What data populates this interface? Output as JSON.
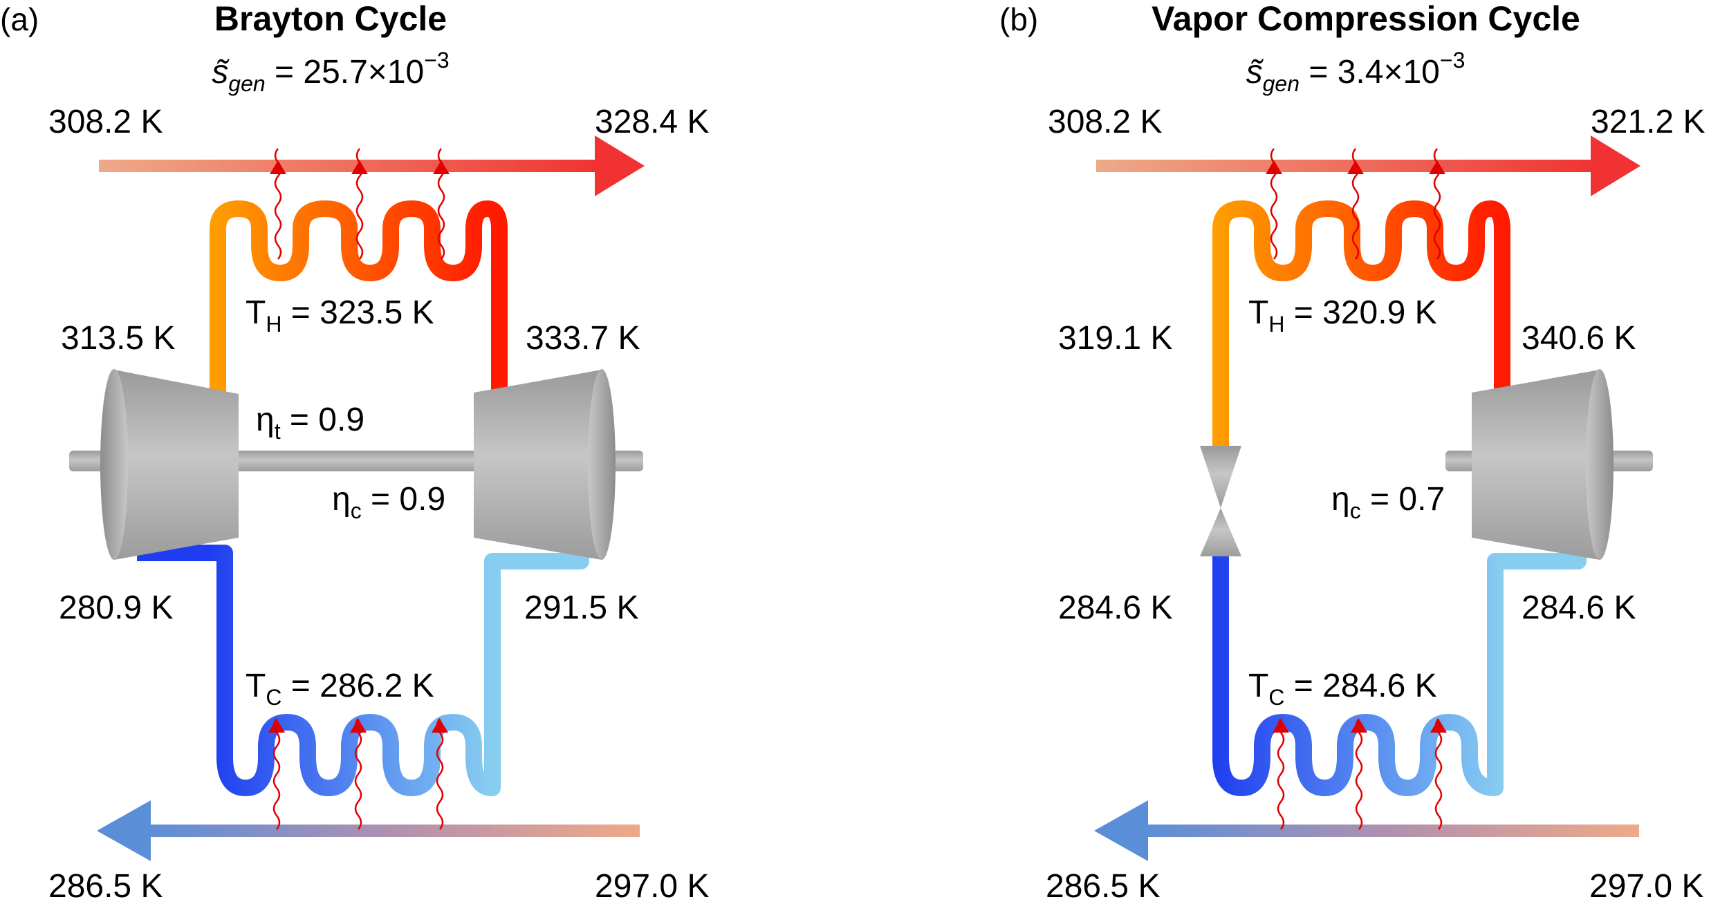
{
  "panels": [
    {
      "panel_label": "(a)",
      "title": "Brayton Cycle",
      "sgen_symbol": "s̃",
      "sgen_sub": "gen",
      "sgen_value": " = 25.7×10",
      "sgen_exp": "−3",
      "hot_in": "308.2 K",
      "hot_out": "328.4 K",
      "TH_label": "T",
      "TH_sub": "H",
      "TH_value": " = 323.5 K",
      "upper_left": "313.5 K",
      "upper_right": "333.7 K",
      "eta1_symbol": "η",
      "eta1_sub": "t",
      "eta1_value": " = 0.9",
      "eta2_symbol": "η",
      "eta2_sub": "c",
      "eta2_value": " = 0.9",
      "lower_left": "280.9 K",
      "lower_right": "291.5 K",
      "TC_label": "T",
      "TC_sub": "C",
      "TC_value": " = 286.2 K",
      "cold_out": "286.5 K",
      "cold_in": "297.0 K",
      "left_component": "turbine",
      "right_component": "compressor"
    },
    {
      "panel_label": "(b)",
      "title": "Vapor Compression Cycle",
      "sgen_symbol": "s̃",
      "sgen_sub": "gen",
      "sgen_value": " = 3.4×10",
      "sgen_exp": "−3",
      "hot_in": "308.2 K",
      "hot_out": "321.2 K",
      "TH_label": "T",
      "TH_sub": "H",
      "TH_value": " = 320.9 K",
      "upper_left": "319.1 K",
      "upper_right": "340.6 K",
      "eta2_symbol": "η",
      "eta2_sub": "c",
      "eta2_value": " = 0.7",
      "lower_left": "284.6 K",
      "lower_right": "284.6 K",
      "TC_label": "T",
      "TC_sub": "C",
      "TC_value": " = 284.6 K",
      "cold_out": "286.5 K",
      "cold_in": "297.0 K",
      "left_component": "expansion-valve",
      "right_component": "compressor"
    }
  ],
  "colors": {
    "hot_stream_start": "#eeaa88",
    "hot_stream_end": "#f03232",
    "cold_stream_start": "#5a8fd8",
    "cold_stream_end": "#eeaa88",
    "hot_loop_left": "#ffa000",
    "hot_loop_right": "#ff1a00",
    "cold_loop_left": "#1e3cf0",
    "cold_loop_right": "#87cdf0",
    "machine_gray": "#b4b4b4",
    "heat_arrow": "#e00000"
  }
}
